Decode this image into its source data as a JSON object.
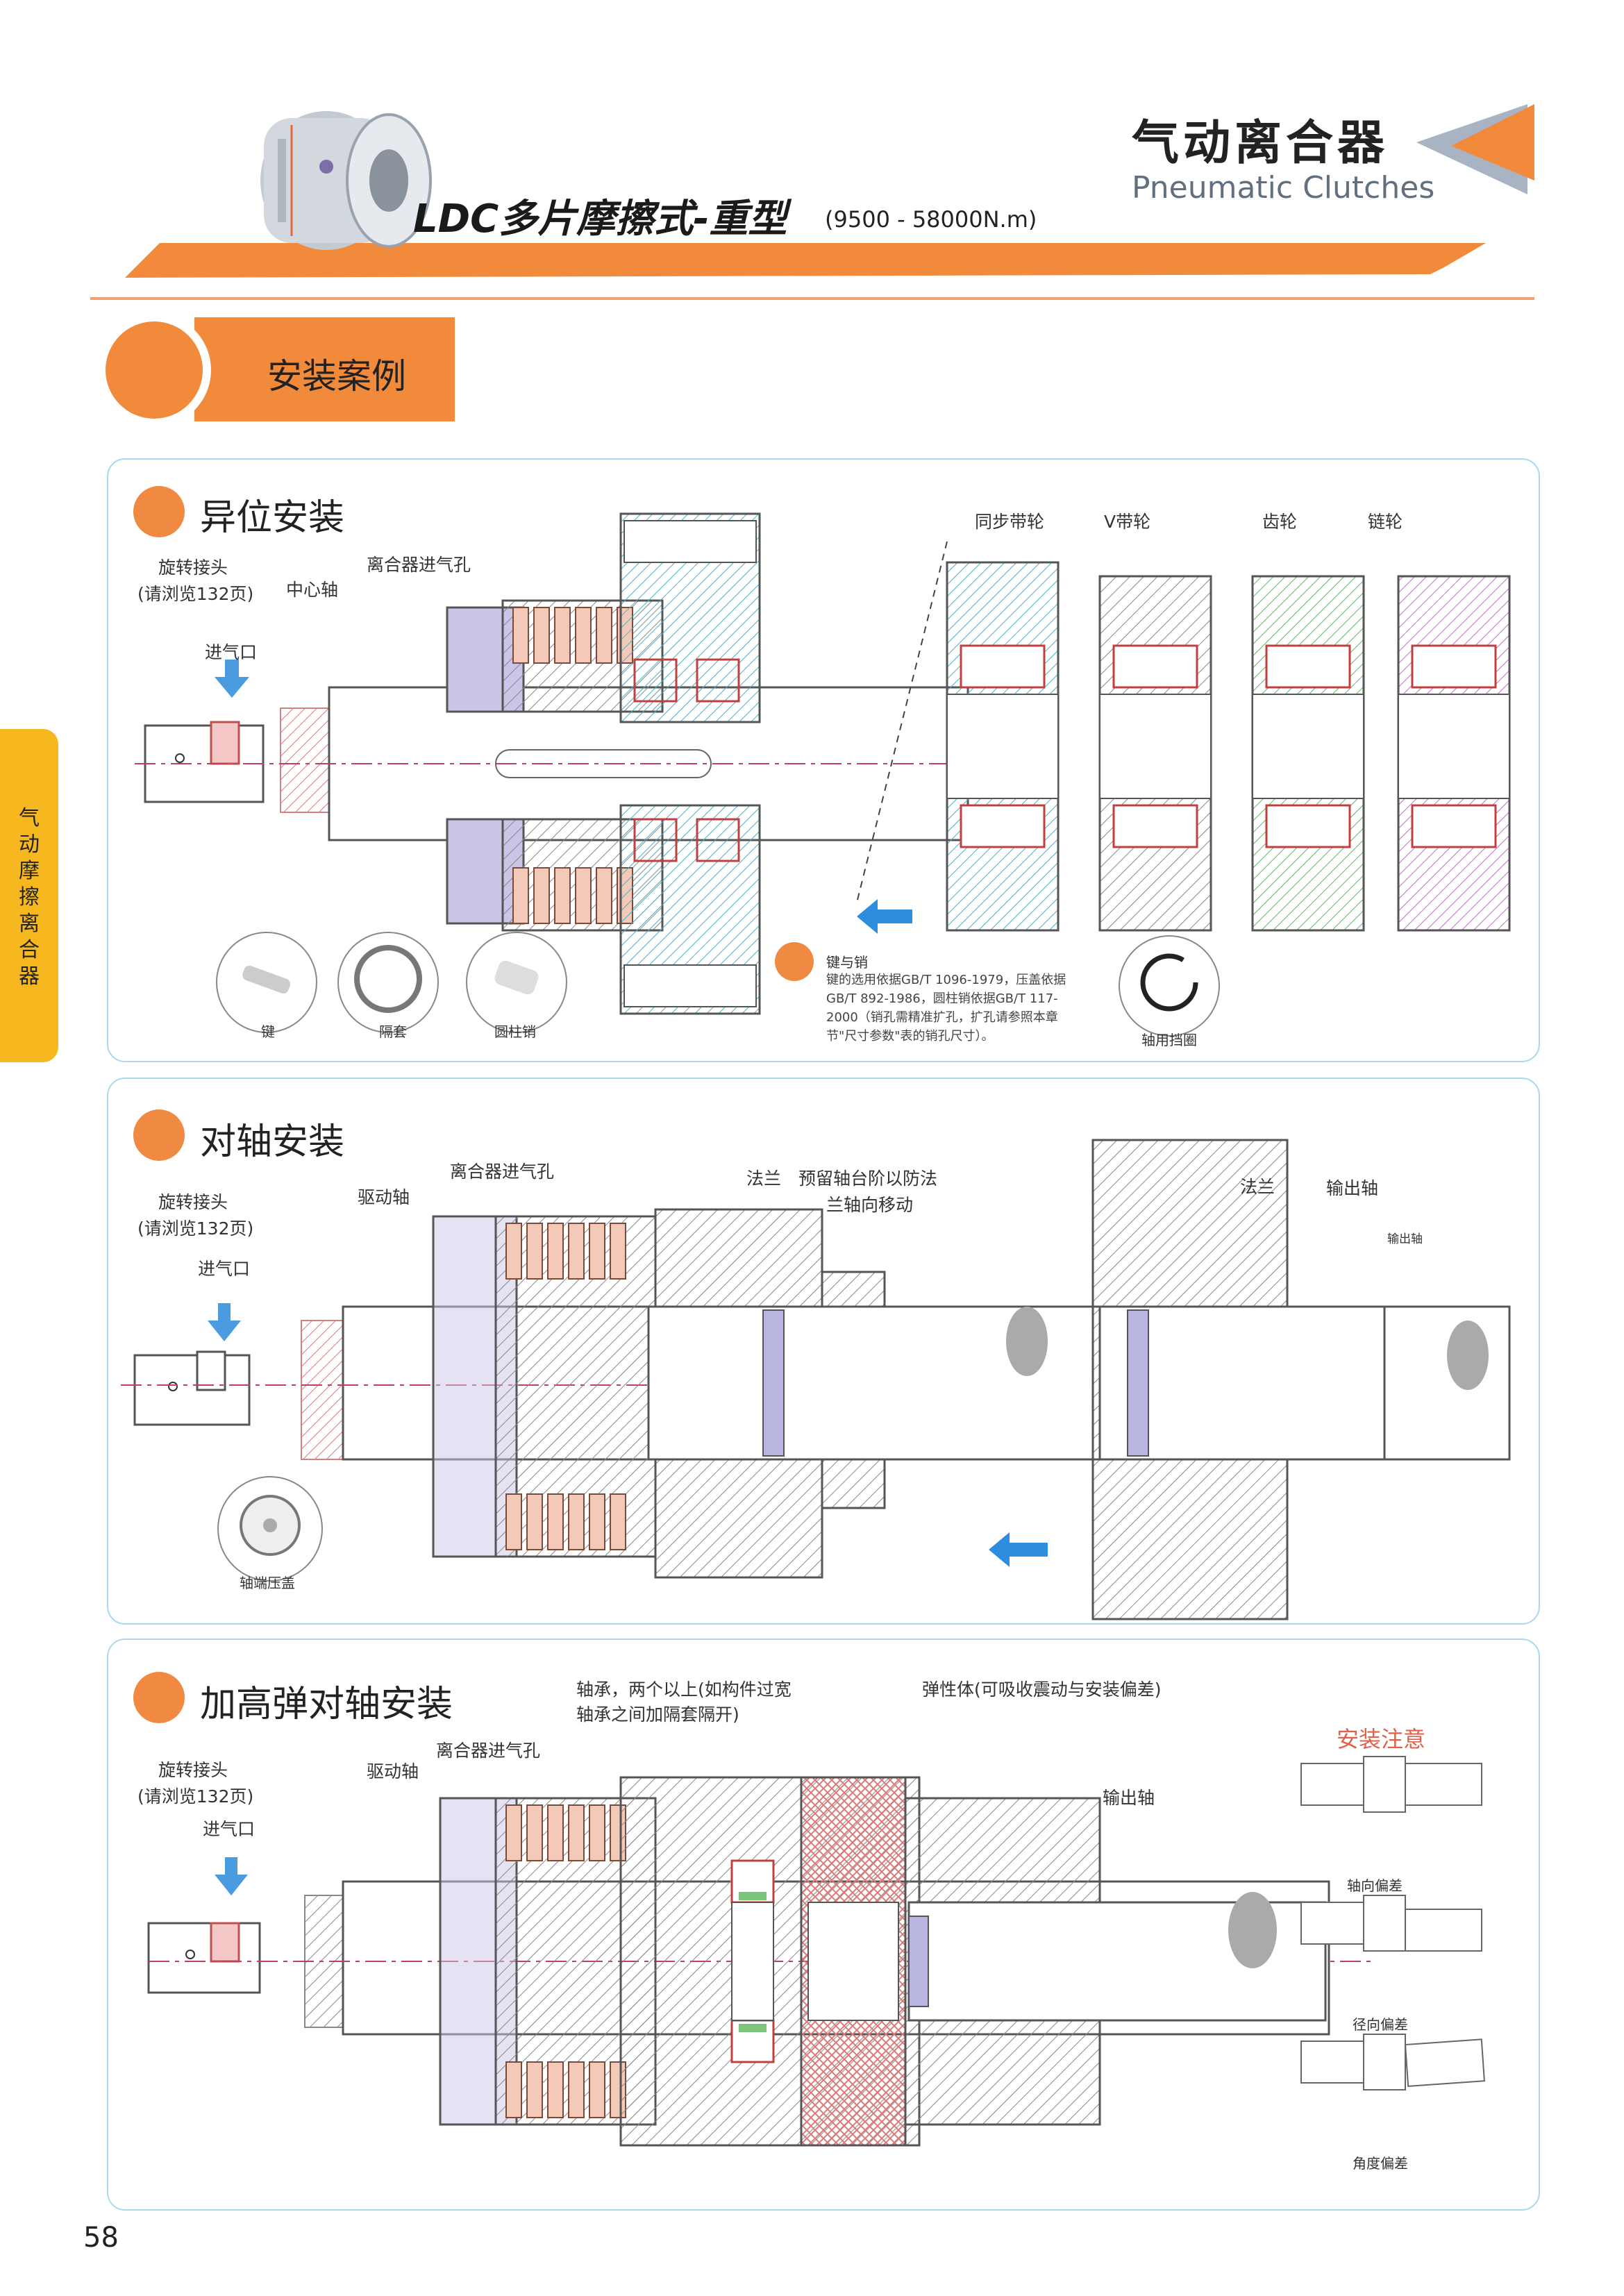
{
  "header": {
    "title": "气动离合器",
    "subtitle": "Pneumatic Clutches",
    "model": "LDC多片摩擦式-重型",
    "range": "(9500 - 58000N.m)",
    "section": "安装案例",
    "side_tab": "气动摩擦离合器"
  },
  "panels": [
    {
      "title": "异位安装",
      "labels": {
        "rotary_joint": "旋转接头",
        "rotary_joint_ref": "(请浏览132页)",
        "center_shaft": "中心轴",
        "air_hole": "离合器进气孔",
        "air_inlet": "进气口",
        "sync_pulley": "同步带轮",
        "v_pulley": "V带轮",
        "gear": "齿轮",
        "sprocket": "链轮",
        "key": "键",
        "spacer": "隔套",
        "pin": "圆柱销",
        "snap_ring": "轴用挡圈",
        "note_title": "键与销",
        "note_body": "键的选用依据GB/T 1096-1979，压盖依据GB/T 892-1986，圆柱销依据GB/T 117-2000（销孔需精准扩孔，扩孔请参照本章节\"尺寸参数\"表的销孔尺寸）。"
      }
    },
    {
      "title": "对轴安装",
      "labels": {
        "rotary_joint": "旋转接头",
        "rotary_joint_ref": "(请浏览132页)",
        "drive_shaft": "驱动轴",
        "air_hole": "离合器进气孔",
        "air_inlet": "进气口",
        "flange": "法兰",
        "reserve_note_1": "预留轴台阶以防法",
        "reserve_note_2": "兰轴向移动",
        "flange2": "法兰",
        "output_shaft": "输出轴",
        "output_shaft_small": "输出轴",
        "shaft_cap": "轴端压盖"
      }
    },
    {
      "title": "加高弹对轴安装",
      "labels": {
        "rotary_joint": "旋转接头",
        "rotary_joint_ref": "(请浏览132页)",
        "drive_shaft": "驱动轴",
        "air_hole": "离合器进气孔",
        "air_inlet": "进气口",
        "bearing_note_1": "轴承，两个以上(如构件过宽",
        "bearing_note_2": "轴承之间加隔套隔开)",
        "elastic": "弹性体(可吸收震动与安装偏差)",
        "output_shaft": "输出轴",
        "notice": "安装注意",
        "axial": "轴向偏差",
        "radial": "径向偏差",
        "angular": "角度偏差"
      }
    }
  ],
  "page_number": "58",
  "colors": {
    "orange": "#f08a42",
    "blue": "#2d8ee0",
    "panel_border": "#a9d9ef",
    "tab": "#f6b81e"
  }
}
